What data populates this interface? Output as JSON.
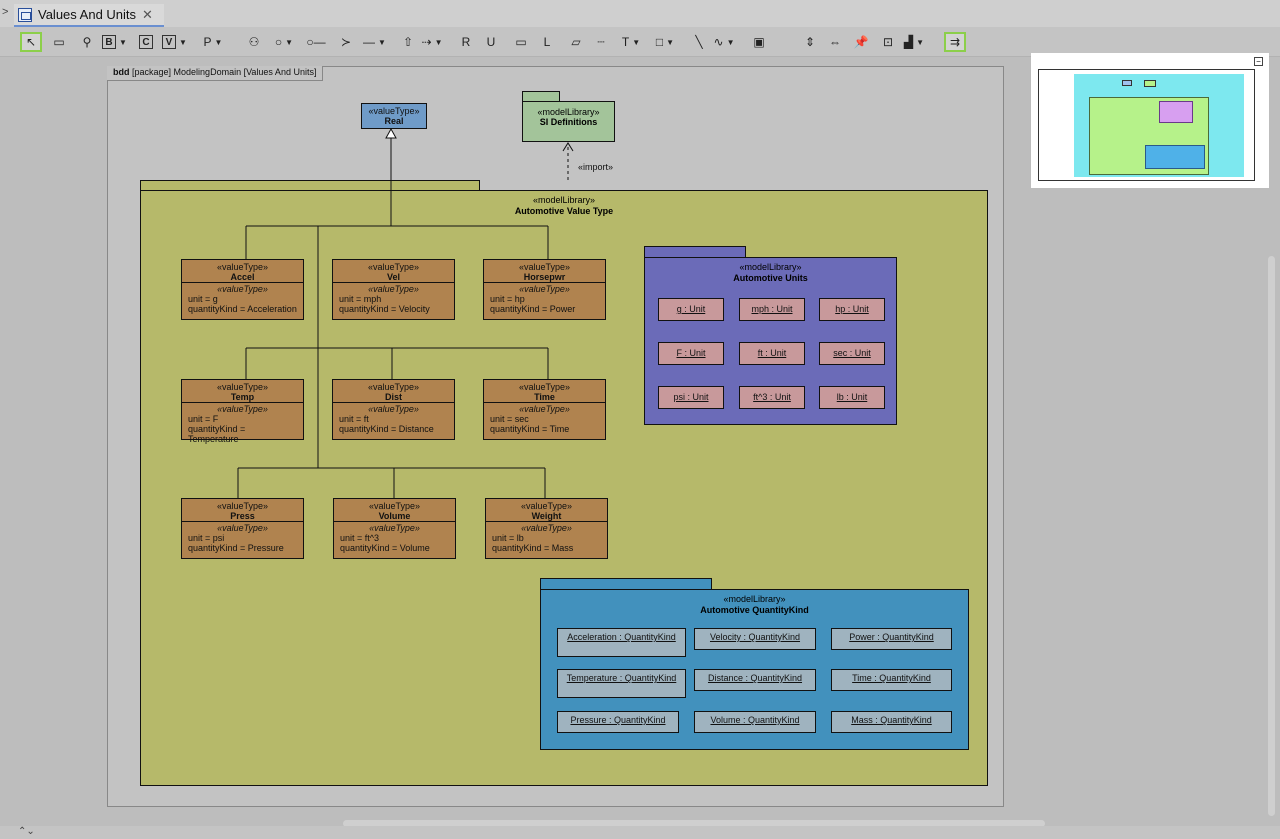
{
  "tab": {
    "title": "Values And Units",
    "close": "✕",
    "expand": ">"
  },
  "toolbar": {
    "tools": [
      {
        "name": "pointer-tool",
        "glyph": "↖"
      },
      {
        "name": "package-tool",
        "glyph": "▭"
      },
      {
        "name": "pin-tool",
        "glyph": "⚲"
      },
      {
        "name": "block-tool",
        "glyph": "B"
      },
      {
        "name": "constraint-tool",
        "glyph": "C"
      },
      {
        "name": "valuetype-tool",
        "glyph": "V"
      },
      {
        "name": "port-tool",
        "glyph": "P"
      },
      {
        "name": "actor-tool",
        "glyph": "⚇"
      },
      {
        "name": "circle-tool",
        "glyph": "○"
      },
      {
        "name": "lollipop-tool",
        "glyph": "○—"
      },
      {
        "name": "required-interface-tool",
        "glyph": "≻"
      },
      {
        "name": "line-tool",
        "glyph": "—"
      },
      {
        "name": "generalization-tool",
        "glyph": "⇧"
      },
      {
        "name": "dependency-tool",
        "glyph": "⇢"
      },
      {
        "name": "realization-tool",
        "glyph": "R"
      },
      {
        "name": "usage-tool",
        "glyph": "U"
      },
      {
        "name": "rect-tool",
        "glyph": "▭"
      },
      {
        "name": "corner-tool",
        "glyph": "L"
      },
      {
        "name": "note-tool",
        "glyph": "▱"
      },
      {
        "name": "dotted-tool",
        "glyph": "┈"
      },
      {
        "name": "text-tool",
        "glyph": "T"
      },
      {
        "name": "shape-tool",
        "glyph": "□"
      },
      {
        "name": "diagonal-tool",
        "glyph": "╲"
      },
      {
        "name": "path-tool",
        "glyph": "∿"
      },
      {
        "name": "image-tool",
        "glyph": "▣"
      },
      {
        "name": "distribute-v-tool",
        "glyph": "⇕"
      },
      {
        "name": "distribute-h-tool",
        "glyph": "⇔"
      },
      {
        "name": "pin-diagram-tool",
        "glyph": "📌"
      },
      {
        "name": "center-tool",
        "glyph": "⊡"
      },
      {
        "name": "layout-tool",
        "glyph": "▟"
      },
      {
        "name": "auto-layout-tool",
        "glyph": "⇉"
      }
    ]
  },
  "frame": {
    "kind": "bdd",
    "label": "[package] ModelingDomain [Values And Units]"
  },
  "real": {
    "stereotype": "«valueType»",
    "name": "Real"
  },
  "si": {
    "stereotype": "«modelLibrary»",
    "name": "SI Definitions",
    "import_label": "«import»"
  },
  "auto_vt": {
    "stereotype": "«modelLibrary»",
    "name": "Automotive Value Type"
  },
  "value_types": [
    {
      "stereotype": "«valueType»",
      "name": "Accel",
      "comp_stereo": "«valueType»",
      "unit": "unit = g",
      "qk": "quantityKind = Acceleration"
    },
    {
      "stereotype": "«valueType»",
      "name": "Vel",
      "comp_stereo": "«valueType»",
      "unit": "unit = mph",
      "qk": "quantityKind = Velocity"
    },
    {
      "stereotype": "«valueType»",
      "name": "Horsepwr",
      "comp_stereo": "«valueType»",
      "unit": "unit = hp",
      "qk": "quantityKind = Power"
    },
    {
      "stereotype": "«valueType»",
      "name": "Temp",
      "comp_stereo": "«valueType»",
      "unit": "unit = F",
      "qk": "quantityKind = Temperature"
    },
    {
      "stereotype": "«valueType»",
      "name": "Dist",
      "comp_stereo": "«valueType»",
      "unit": "unit = ft",
      "qk": "quantityKind = Distance"
    },
    {
      "stereotype": "«valueType»",
      "name": "Time",
      "comp_stereo": "«valueType»",
      "unit": "unit = sec",
      "qk": "quantityKind = Time"
    },
    {
      "stereotype": "«valueType»",
      "name": "Press",
      "comp_stereo": "«valueType»",
      "unit": "unit = psi",
      "qk": "quantityKind = Pressure"
    },
    {
      "stereotype": "«valueType»",
      "name": "Volume",
      "comp_stereo": "«valueType»",
      "unit": "unit = ft^3",
      "qk": "quantityKind = Volume"
    },
    {
      "stereotype": "«valueType»",
      "name": "Weight",
      "comp_stereo": "«valueType»",
      "unit": "unit = lb",
      "qk": "quantityKind = Mass"
    }
  ],
  "units_pkg": {
    "stereotype": "«modelLibrary»",
    "name": "Automotive Units"
  },
  "units": [
    "g : Unit",
    "mph : Unit",
    "hp : Unit",
    "F : Unit",
    "ft : Unit",
    "sec : Unit",
    "psi : Unit",
    "ft^3 : Unit",
    "lb : Unit"
  ],
  "qk_pkg": {
    "stereotype": "«modelLibrary»",
    "name": "Automotive QuantityKind"
  },
  "quantity_kinds": [
    "Acceleration : QuantityKind",
    "Velocity : QuantityKind",
    "Power : QuantityKind",
    "Temperature : QuantityKind",
    "Distance : QuantityKind",
    "Time : QuantityKind",
    "Pressure : QuantityKind",
    "Volume : QuantityKind",
    "Mass : QuantityKind"
  ],
  "colors": {
    "value_type": "#b0834f",
    "real": "#6f9bc8",
    "si": "#a3c49a",
    "auto_vt_pkg": "#b6b96a",
    "units_pkg": "#6b6bb8",
    "unit_inst": "#c8999b",
    "qk_pkg": "#4291bd",
    "qk_inst": "#9fb3bf"
  }
}
